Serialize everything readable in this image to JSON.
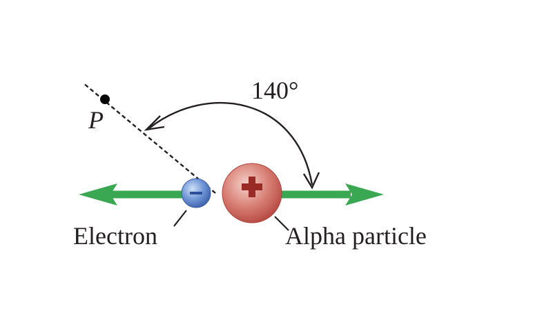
{
  "angle_label": "140°",
  "point_label": "P",
  "electron_label": "Electron",
  "alpha_label": "Alpha particle",
  "electron_sign": "−",
  "alpha_sign": "+",
  "colors": {
    "arrow": "#3aa852",
    "electron": "#4f78c4",
    "alpha": "#c4524a",
    "line": "#231f20"
  }
}
